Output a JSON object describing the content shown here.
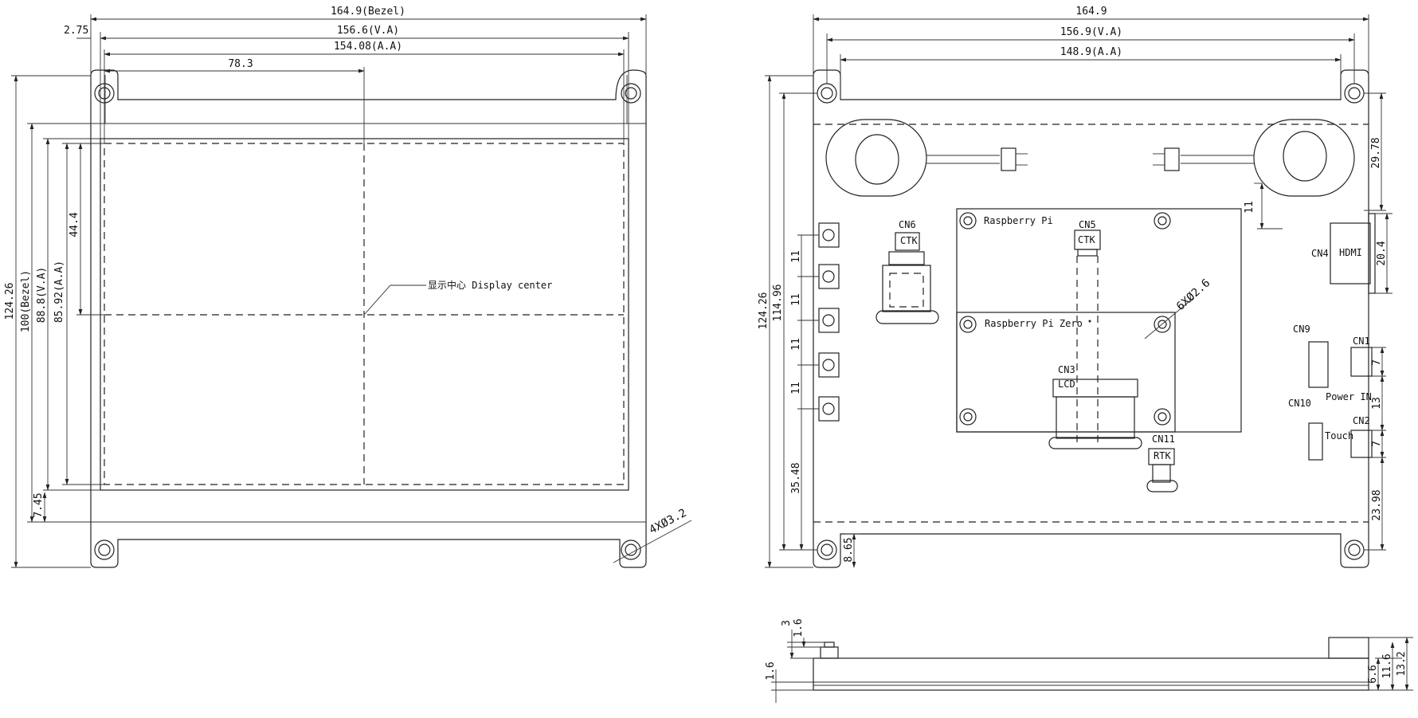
{
  "front_view": {
    "dims": {
      "bezel_width": "164.9(Bezel)",
      "va_width": "156.6(V.A)",
      "aa_width": "154.08(A.A)",
      "half_width": "78.3",
      "left_offset": "2.75",
      "total_height": "124.26",
      "bezel_height": "100(Bezel)",
      "va_height": "88.8(V.A)",
      "aa_height": "85.92(A.A)",
      "half_height": "44.4",
      "bottom_offset": "7.45",
      "holes": "4XØ3.2"
    },
    "center_label": "显示中心 Display center"
  },
  "rear_view": {
    "dims": {
      "width": "164.9",
      "va_width": "156.9(V.A)",
      "aa_width": "148.9(A.A)",
      "total_height": "124.26",
      "inner_height": "114.96",
      "top_right": "29.78",
      "speaker_offset": "11",
      "hdmi_height": "20.4",
      "pitch_1": "11",
      "pitch_2": "11",
      "pitch_3": "11",
      "pitch_4": "11",
      "btn_bottom": "35.48",
      "bottom_left": "8.65",
      "cn1_h": "7",
      "gap_13": "13",
      "cn2_h": "7",
      "bottom_right": "23.98",
      "holes": "6XØ2.6"
    },
    "labels": {
      "rpi": "Raspberry Pi",
      "rpi_zero": "Raspberry Pi Zero",
      "cn6": "CN6",
      "cn5": "CN5",
      "ctk_a": "CTK",
      "ctk_b": "CTK",
      "cn3": "CN3",
      "lcd": "LCD",
      "cn11": "CN11",
      "rtk": "RTK",
      "cn4": "CN4",
      "hdmi": "HDMI",
      "cn9": "CN9",
      "cn1": "CN1",
      "power_in": "Power IN",
      "cn10": "CN10",
      "cn2": "CN2",
      "touch": "Touch"
    }
  },
  "side_view": {
    "dims": {
      "d3": "3",
      "d1_6_top": "1.6",
      "d1_6_left": "1.6",
      "d6_6": "6.6",
      "d11_6": "11.6",
      "d13_2": "13.2"
    }
  }
}
